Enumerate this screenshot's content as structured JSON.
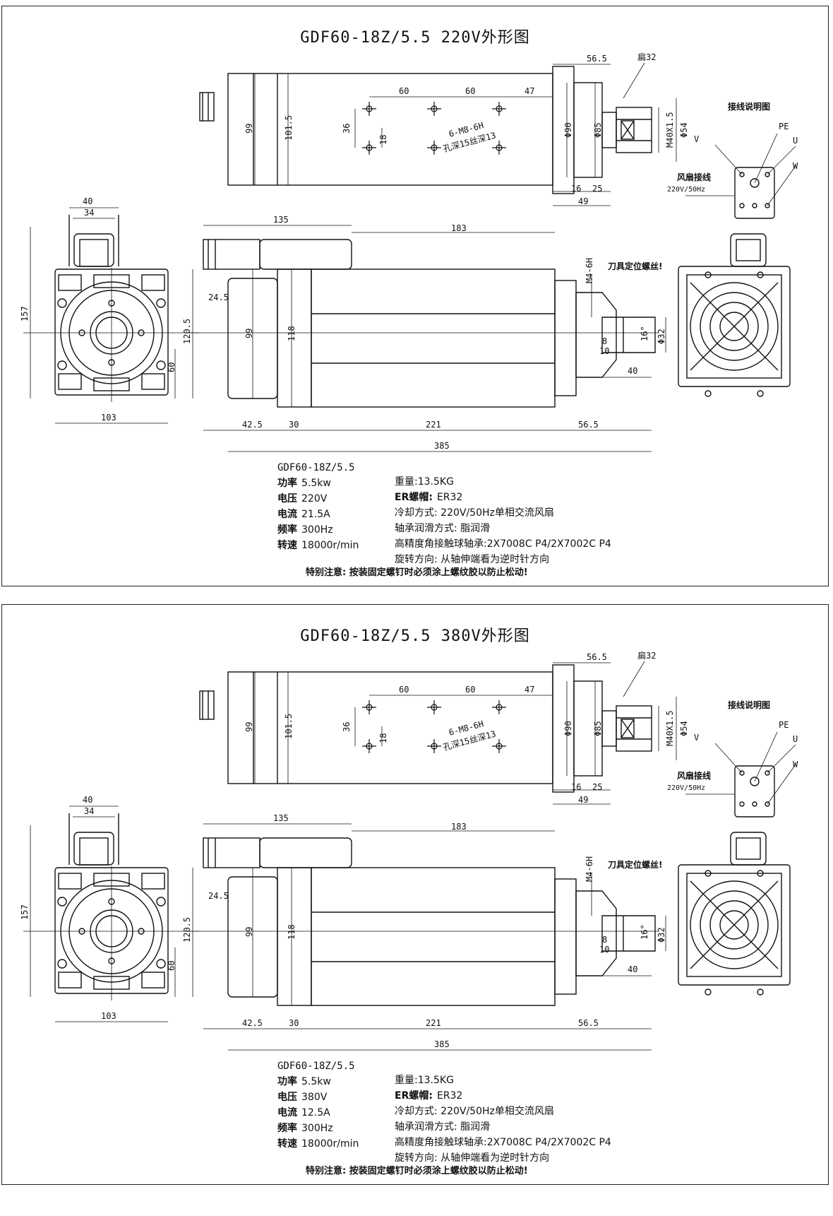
{
  "sheets": [
    {
      "title": "GDF60-18Z/5.5 220V外形图",
      "model": "GDF60-18Z/5.5",
      "power_label": "功率",
      "power": "5.5kw",
      "voltage_label": "电压",
      "voltage": "220V",
      "current_label": "电流",
      "current": "21.5A",
      "freq_label": "频率",
      "freq": "300Hz",
      "speed_label": "转速",
      "speed": "18000r/min",
      "weight": "重量:13.5KG",
      "collet_label": "ER螺帽:",
      "collet": "ER32",
      "cooling": "冷却方式: 220V/50Hz单相交流风扇",
      "lubrication": "轴承润滑方式: 脂润滑",
      "bearing": "高精度角接触球轴承:2X7008C P4/2X7002C P4",
      "rotation": "旋转方向: 从轴伸端看为逆时针方向",
      "note": "特别注意: 按装固定螺钉时必须涂上螺纹胶以防止松动!"
    },
    {
      "title": "GDF60-18Z/5.5 380V外形图",
      "model": "GDF60-18Z/5.5",
      "power_label": "功率",
      "power": "5.5kw",
      "voltage_label": "电压",
      "voltage": "380V",
      "current_label": "电流",
      "current": "12.5A",
      "freq_label": "频率",
      "freq": "300Hz",
      "speed_label": "转速",
      "speed": "18000r/min",
      "weight": "重量:13.5KG",
      "collet_label": "ER螺帽:",
      "collet": "ER32",
      "cooling": "冷却方式: 220V/50Hz单相交流风扇",
      "lubrication": "轴承润滑方式: 脂润滑",
      "bearing": "高精度角接触球轴承:2X7008C P4/2X7002C P4",
      "rotation": "旋转方向: 从轴伸端看为逆时针方向",
      "note": "特别注意: 按装固定螺钉时必须涂上螺纹胶以防止松动!"
    }
  ],
  "drawing": {
    "wiring_title": "接线说明图",
    "fan_wiring": "风扇接线",
    "fan_spec": "220V/50Hz",
    "pin_pe": "PE",
    "pin_u": "U",
    "pin_v": "V",
    "pin_w": "W",
    "tool_thread": "M4-6H",
    "tool_screw": "刀具定位螺丝!",
    "thread_spec": "M40X1.5",
    "hole_spec": "6-M8-6H",
    "hole_depth": "孔深15丝深13",
    "flat": "扁32",
    "dims": {
      "d56_5": "56.5",
      "d60": "60",
      "d47": "47",
      "d36": "36",
      "d18": "18",
      "d99": "99",
      "d101_5": "101.5",
      "d90": "Φ90",
      "d85": "Φ85",
      "d54": "Φ54",
      "d16": "16",
      "d25": "25",
      "d49": "49",
      "d135": "135",
      "d183": "183",
      "d24_5": "24.5",
      "d118": "118",
      "d42_5": "42.5",
      "d30": "30",
      "d221": "221",
      "d385": "385",
      "d40": "40",
      "d34": "34",
      "d157": "157",
      "d120_5": "120.5",
      "d103": "103",
      "d16deg": "16°",
      "d32": "Φ32",
      "d8": "8",
      "d10": "10"
    }
  }
}
